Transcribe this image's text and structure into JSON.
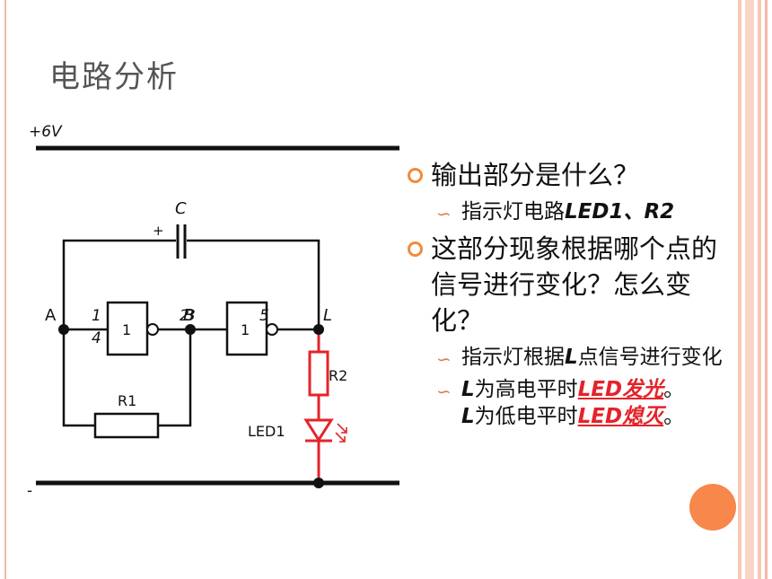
{
  "slide": {
    "title": "电路分析"
  },
  "circuit": {
    "supply_label": "+6V",
    "ground_label": "-",
    "cap_label": "C",
    "cap_plus": "+",
    "node_a": "A",
    "node_b": "B",
    "node_l": "L",
    "gate1_label": "1",
    "gate2_label": "1",
    "pin1": "1",
    "pin4": "4",
    "pin2": "2",
    "pin3": "3",
    "pin5": "5",
    "r1_label": "R1",
    "r2_label": "R2",
    "led_label": "LED1"
  },
  "bullets": [
    {
      "text": "输出部分是什么？"
    },
    {
      "text": "这部分现象根据哪个点的信号进行变化？怎么变化？"
    }
  ],
  "sub": {
    "s1_prefix": "指示灯电路",
    "s1_bold": "LED1、R2",
    "s2_prefix": "指示灯根据",
    "s2_bold": "L",
    "s2_suffix": "点信号进行变化",
    "s3_l": "L",
    "s3_text": "为高电平时",
    "s3_answer": "LED发光",
    "s4_l": "L",
    "s4_text": "为低电平时",
    "s4_answer": "LED熄灭",
    "period": "。"
  },
  "colors": {
    "accent": "#f28a3c",
    "red": "#e4232a",
    "frame": "#f5c8b4"
  }
}
